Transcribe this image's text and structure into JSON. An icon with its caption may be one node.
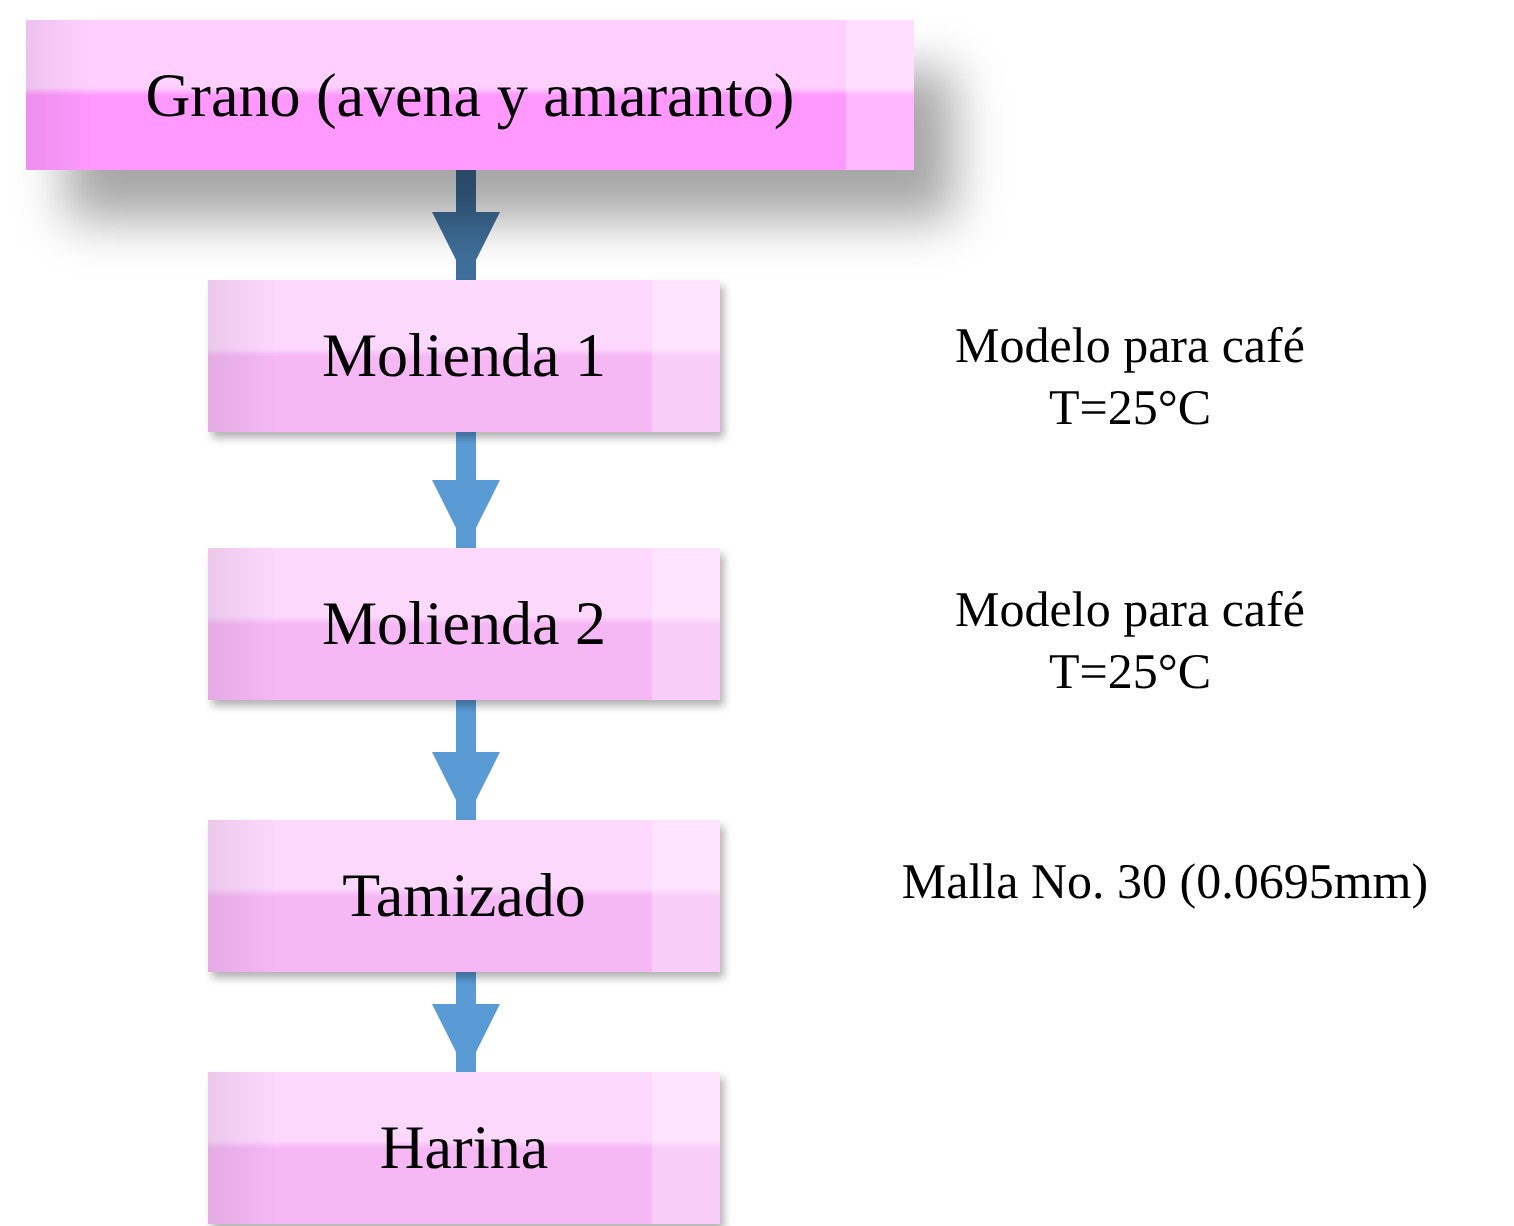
{
  "diagram": {
    "nodes": [
      {
        "text": [
          "Grano (avena y amaranto)"
        ]
      },
      {
        "text": [
          "Molienda 1"
        ]
      },
      {
        "text": [
          "Molienda 2"
        ]
      },
      {
        "text": [
          "Tamizado"
        ]
      },
      {
        "text": [
          "Harina"
        ]
      }
    ],
    "edges": [
      {
        "from": 0,
        "to": 1,
        "arrow": "to",
        "color": "#3f6f9a"
      },
      {
        "from": 1,
        "to": 2,
        "arrow": "to"
      },
      {
        "from": 2,
        "to": 3,
        "arrow": "to"
      },
      {
        "from": 3,
        "to": 4,
        "arrow": "to"
      }
    ],
    "labels": [
      "Modelo para café T=25°C",
      "Modelo para café T=25°C",
      "Malla No. 30 (0.0695mm)"
    ]
  }
}
